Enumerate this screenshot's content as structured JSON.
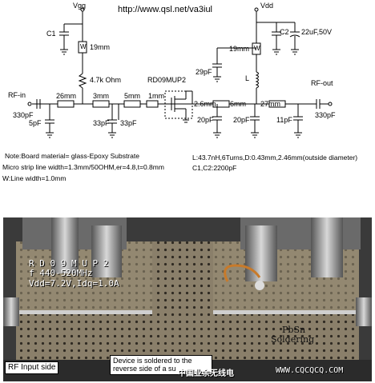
{
  "url": "http://www.qsl.net/va3iul",
  "rails": {
    "vgg": "Vgg",
    "vdd": "Vdd"
  },
  "ports": {
    "rf_in": "RF-in",
    "rf_out": "RF-out"
  },
  "device": "RD09MUP2",
  "components": {
    "c1": "C1",
    "c2": "C2",
    "c_bulk": "22uF,50V",
    "w_gate": "W",
    "w_gate_len": "19mm",
    "w_drain": "W",
    "w_drain_len": "19mm",
    "r_bias": "4.7k Ohm",
    "l": "L",
    "c_in": "330pF",
    "c_out": "330pF",
    "c5": "5pF",
    "c33a": "33pF",
    "c33b": "33pF",
    "c29": "29pF",
    "c20a": "20pF",
    "c20b": "20pF",
    "c11": "11pF"
  },
  "lines": {
    "in_26": "26mm",
    "in_3": "3mm",
    "in_5": "5mm",
    "in_1": "1mm",
    "out_26": "2.6mm",
    "out_6": "6mm",
    "out_27": "27mm"
  },
  "notes": {
    "n1": "Note:Board material= glass-Epoxy Substrate",
    "n2": "Micro strip line width=1.3mm/50OHM,er=4.8,t=0.8mm",
    "n3": "W:Line width=1.0mm",
    "n4": "L:43.7nH,6Turns,D:0.43mm,2.46mm(outside diameter)",
    "n5": "C1,C2:2200pF"
  },
  "photo": {
    "board_lines": [
      "R D 0 9 M U P 2",
      "f 440-520MHz",
      "Vdd=7.2V,Idq=1.0A"
    ],
    "pbsn": [
      "PbSn",
      "Soldering"
    ],
    "label_left": "RF Input side",
    "label_mid": [
      "Device is soldered to the",
      "reverse side of a su"
    ],
    "watermark": "中国业余无线电",
    "watermark_url": "WWW.CQCQCQ.COM"
  }
}
